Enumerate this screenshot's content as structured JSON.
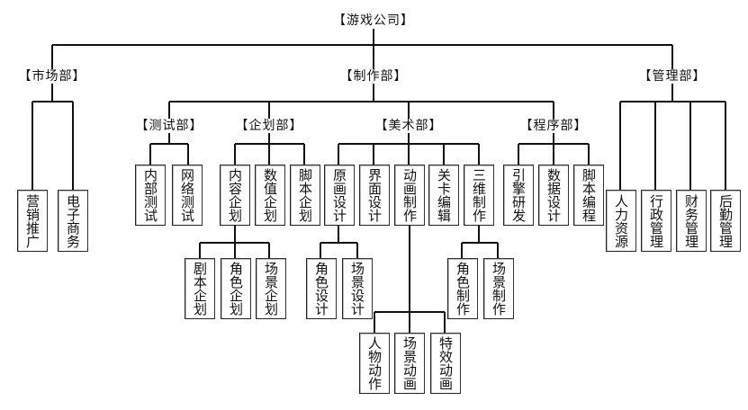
{
  "root": {
    "label": "【游戏公司】"
  },
  "departments": [
    {
      "label": "【市场部】",
      "units": [
        {
          "label": "营销推广"
        },
        {
          "label": "电子商务"
        }
      ]
    },
    {
      "label": "【制作部】",
      "subdepartments": [
        {
          "label": "【测试部】",
          "units": [
            {
              "label": "内部测试"
            },
            {
              "label": "网络测试"
            }
          ]
        },
        {
          "label": "【企划部】",
          "units": [
            {
              "label": "内容企划",
              "children": [
                {
                  "label": "剧本企划"
                },
                {
                  "label": "角色企划"
                },
                {
                  "label": "场景企划"
                }
              ]
            },
            {
              "label": "数值企划"
            },
            {
              "label": "脚本企划"
            }
          ]
        },
        {
          "label": "【美术部】",
          "units": [
            {
              "label": "原画设计",
              "children": [
                {
                  "label": "角色设计"
                },
                {
                  "label": "场景设计"
                }
              ]
            },
            {
              "label": "界面设计"
            },
            {
              "label": "动画制作",
              "children": [
                {
                  "label": "人物动作"
                },
                {
                  "label": "场景动画"
                },
                {
                  "label": "特效动画"
                }
              ]
            },
            {
              "label": "关卡编辑"
            },
            {
              "label": "三维制作",
              "children": [
                {
                  "label": "角色制作"
                },
                {
                  "label": "场景制作"
                }
              ]
            }
          ]
        },
        {
          "label": "【程序部】",
          "units": [
            {
              "label": "引擎研发"
            },
            {
              "label": "数据设计"
            },
            {
              "label": "脚本编程"
            }
          ]
        }
      ]
    },
    {
      "label": "【管理部】",
      "units": [
        {
          "label": "人力资源"
        },
        {
          "label": "行政管理"
        },
        {
          "label": "财务管理"
        },
        {
          "label": "后勤管理"
        }
      ]
    }
  ]
}
